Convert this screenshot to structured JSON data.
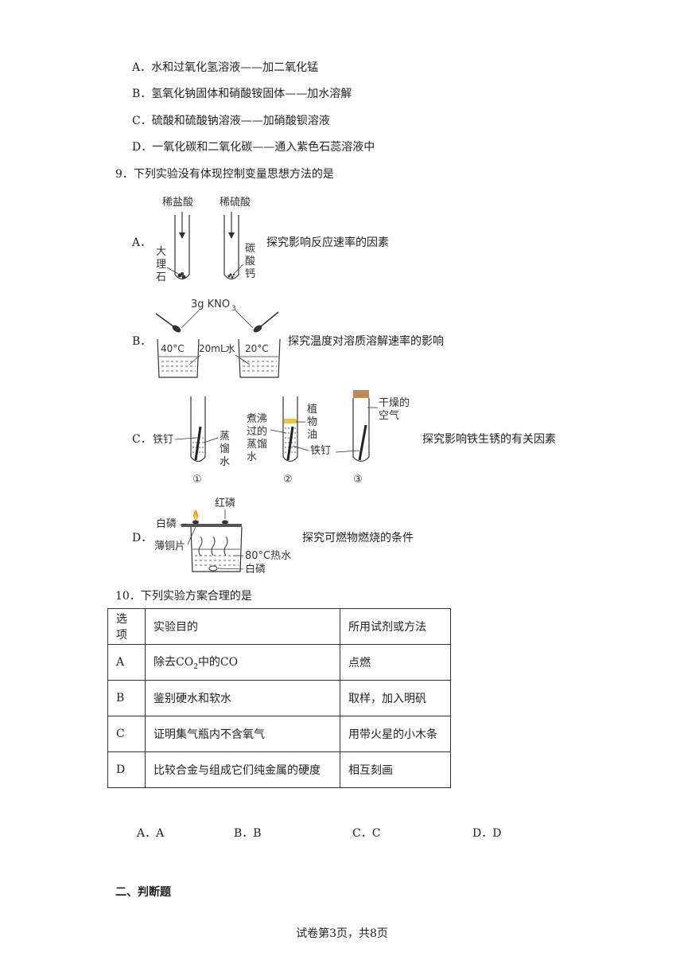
{
  "q8_options": [
    {
      "letter": "A．",
      "text": "水和过氧化氢溶液——加二氧化锰"
    },
    {
      "letter": "B．",
      "text": "氢氧化钠固体和硝酸铵固体——加水溶解"
    },
    {
      "letter": "C．",
      "text": "硫酸和硫酸钠溶液——加硝酸钡溶液"
    },
    {
      "letter": "D．",
      "text": "一氧化碳和二氧化碳——通入紫色石蕊溶液中"
    }
  ],
  "q9": {
    "stem": "9．下列实验没有体现控制变量思想方法的是",
    "A": {
      "letter": "A．",
      "desc": "探究影响反应速率的因素",
      "labels": {
        "acid1": "稀盐酸",
        "acid2": "稀硫酸",
        "solid1_a": "大",
        "solid1_b": "理",
        "solid1_c": "石",
        "solid2_a": "碳",
        "solid2_b": "酸",
        "solid2_c": "钙"
      }
    },
    "B": {
      "letter": "B．",
      "desc": "探究温度对溶质溶解速率的影响",
      "labels": {
        "solute": "3g KNO",
        "solute_sub": "3",
        "temp1": "40°C",
        "water": "20mL水",
        "temp2": "20°C"
      }
    },
    "C": {
      "letter": "C．",
      "desc": "探究影响铁生锈的有关因素",
      "labels": {
        "nail1": "铁钉",
        "water_a": "蒸",
        "water_b": "馏",
        "water_c": "水",
        "boiled_a": "煮沸",
        "boiled_b": "过的",
        "boiled_c": "蒸馏",
        "boiled_d": "水",
        "oil_a": "植",
        "oil_b": "物",
        "oil_c": "油",
        "nail2": "铁钉",
        "dry_a": "干燥的",
        "dry_b": "空气",
        "n1": "①",
        "n2": "②",
        "n3": "③"
      }
    },
    "D": {
      "letter": "D．",
      "desc": "探究可燃物燃烧的条件",
      "labels": {
        "red_p": "红磷",
        "white_p_top": "白磷",
        "copper": "薄铜片",
        "hot_water": "80°C热水",
        "white_p_bottom": "白磷"
      }
    }
  },
  "q10": {
    "stem": "10．下列实验方案合理的是",
    "headers": [
      "选项",
      "实验目的",
      "所用试剂或方法"
    ],
    "rows": [
      {
        "opt": "A",
        "purpose_pre": "除去CO",
        "purpose_sub": "2",
        "purpose_post": "中的CO",
        "method": "点燃"
      },
      {
        "opt": "B",
        "purpose": "鉴别硬水和软水",
        "method": "取样，加入明矾"
      },
      {
        "opt": "C",
        "purpose": "证明集气瓶内不含氧气",
        "method": "用带火星的小木条"
      },
      {
        "opt": "D",
        "purpose": "比较合金与组成它们纯金属的硬度",
        "method": "相互刻画"
      }
    ],
    "answers": [
      "A．A",
      "B．B",
      "C．C",
      "D．D"
    ]
  },
  "section_title": "二、判断题",
  "footer": "试卷第3页，共8页"
}
